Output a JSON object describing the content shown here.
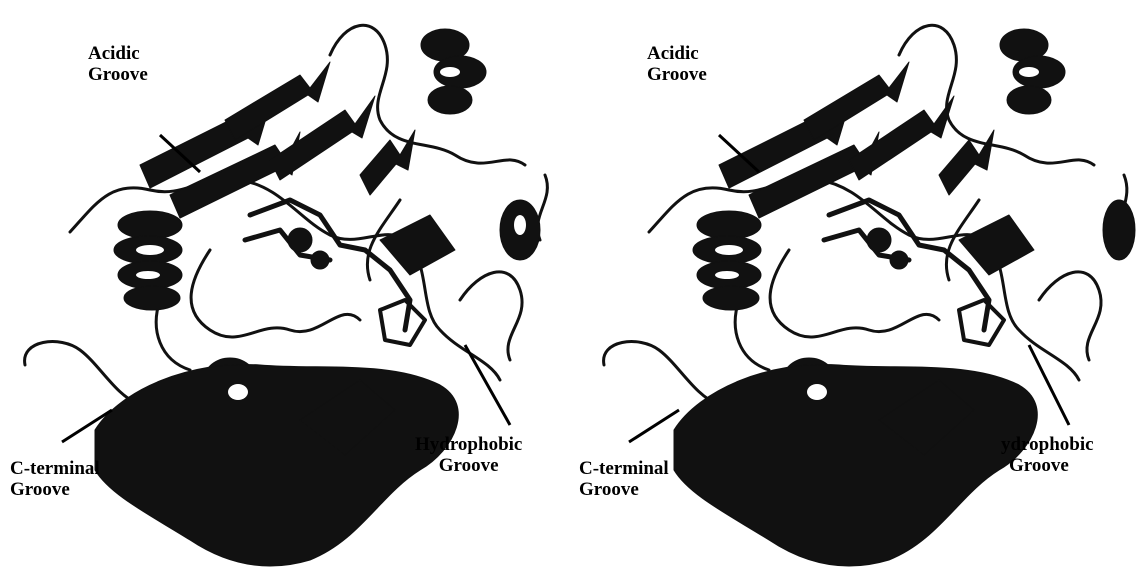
{
  "figure": {
    "panels": [
      {
        "name": "left-stereo-panel",
        "labels": {
          "acidic": [
            "Acidic",
            "Groove"
          ],
          "cterminal": [
            "C-terminal",
            "Groove"
          ],
          "hydrophobic": [
            "Hydrophobic",
            "Groove"
          ]
        }
      },
      {
        "name": "right-stereo-panel",
        "labels": {
          "acidic": [
            "Acidic",
            "Groove"
          ],
          "cterminal": [
            "C-terminal",
            "Groove"
          ],
          "hydrophobic": [
            "ydrophobic",
            "Groove"
          ]
        }
      }
    ]
  }
}
